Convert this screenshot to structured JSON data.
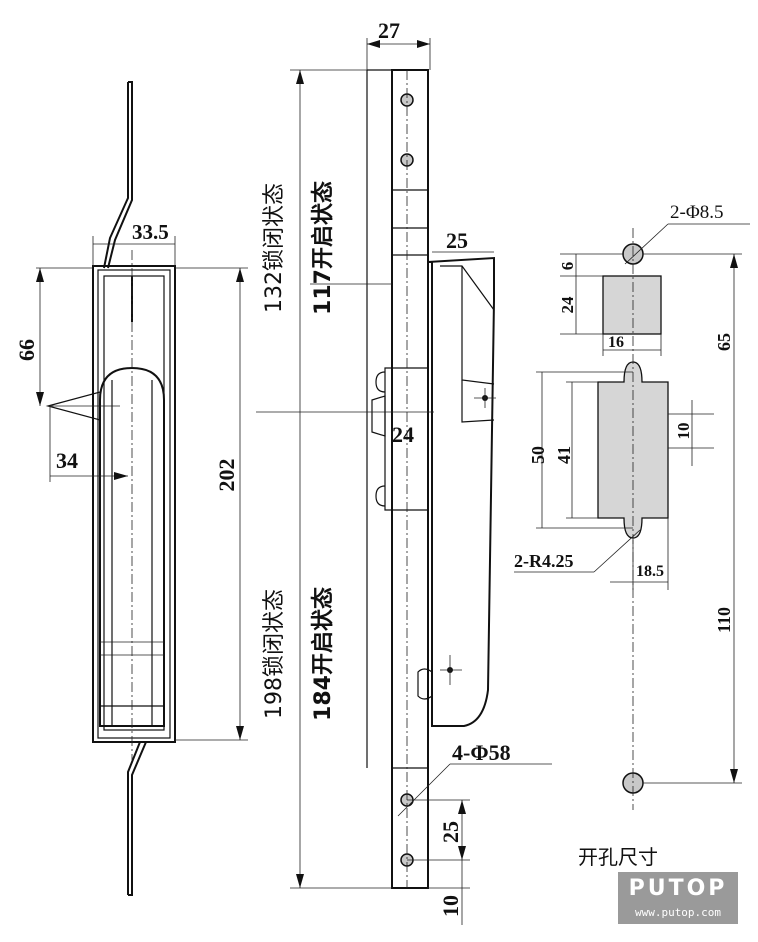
{
  "dimensions": {
    "d27": "27",
    "d33_5": "33.5",
    "d25_top": "25",
    "d66": "66",
    "d34": "34",
    "d202": "202",
    "d24_mid": "24",
    "d4phi58": "4-Φ58",
    "d25_bottom": "25",
    "d10_bottom": "10",
    "d2phi8_5": "2-Φ8.5",
    "d6": "6",
    "d24_right": "24",
    "d16": "16",
    "d65": "65",
    "d50": "50",
    "d41": "41",
    "d10_right": "10",
    "d2r4_25": "2-R4.25",
    "d18_5": "18.5",
    "d110": "110"
  },
  "labels": {
    "locked_132": "132锁闭状态",
    "open_117": "117开启状态",
    "locked_198": "198锁闭状态",
    "open_184": "184开启状态",
    "cutout_size": "开孔尺寸"
  },
  "logo": {
    "brand": "PUTOP",
    "url": "www.putop.com"
  }
}
